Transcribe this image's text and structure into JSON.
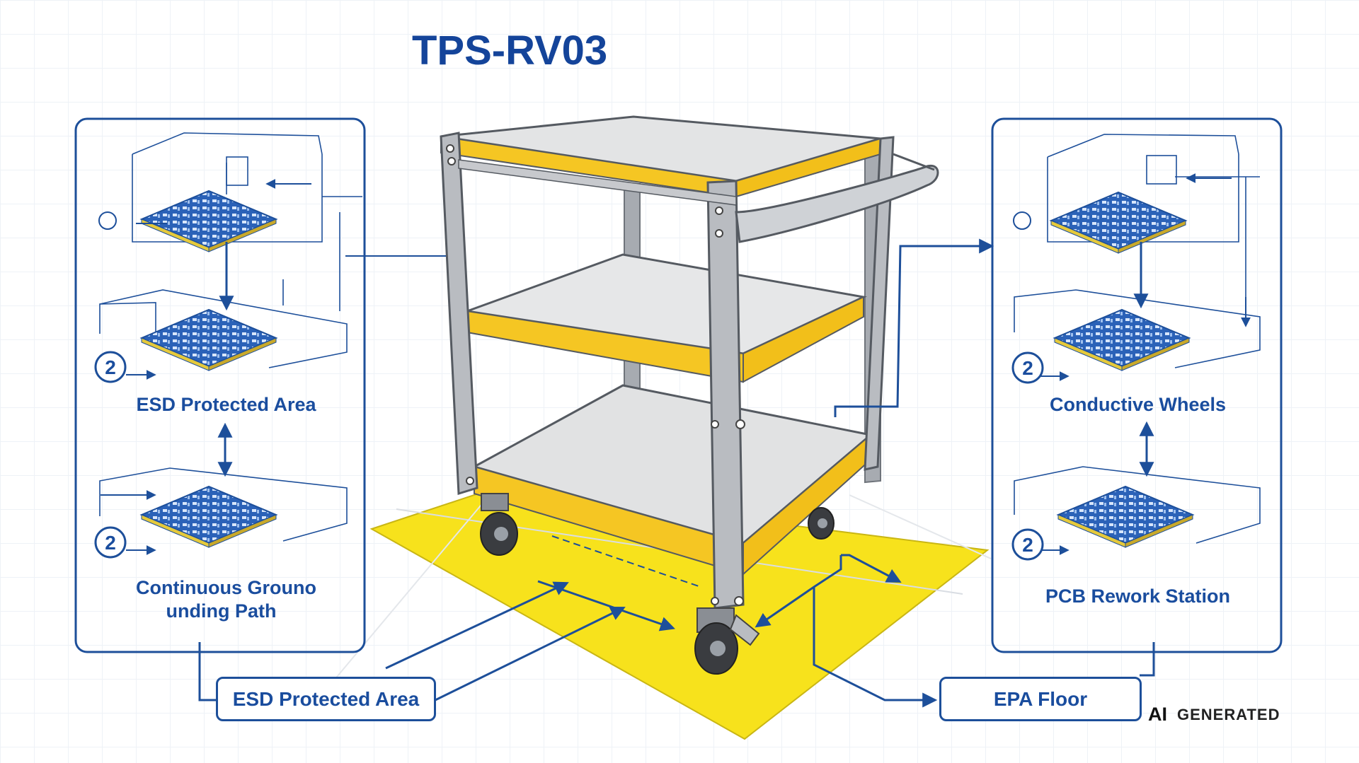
{
  "diagram": {
    "title": "TPS-RV03",
    "left_panel": {
      "step_number_1": "2",
      "step_number_2": "2",
      "label_top": "ESD Protected Area",
      "label_bottom_line1": "Continuous Grouno",
      "label_bottom_line2": "unding Path"
    },
    "right_panel": {
      "step_number_1": "2",
      "step_number_2": "2",
      "label_top": "Conductive Wheels",
      "label_bottom": "PCB Rework Station"
    },
    "callouts": {
      "bottom_left": "ESD Protected Area",
      "bottom_right": "EPA Floor"
    },
    "badge": {
      "ai": "AI",
      "text": "GENERATED"
    },
    "colors": {
      "line_blue": "#1d4f9a",
      "text_blue": "#1a4d9e",
      "title_blue": "#14449a",
      "epa_yellow": "#f7e21c",
      "frame_gray": "#b9bcc1",
      "shelf_gray": "#e2e3e4",
      "edge_yellow": "#f5c623"
    }
  }
}
